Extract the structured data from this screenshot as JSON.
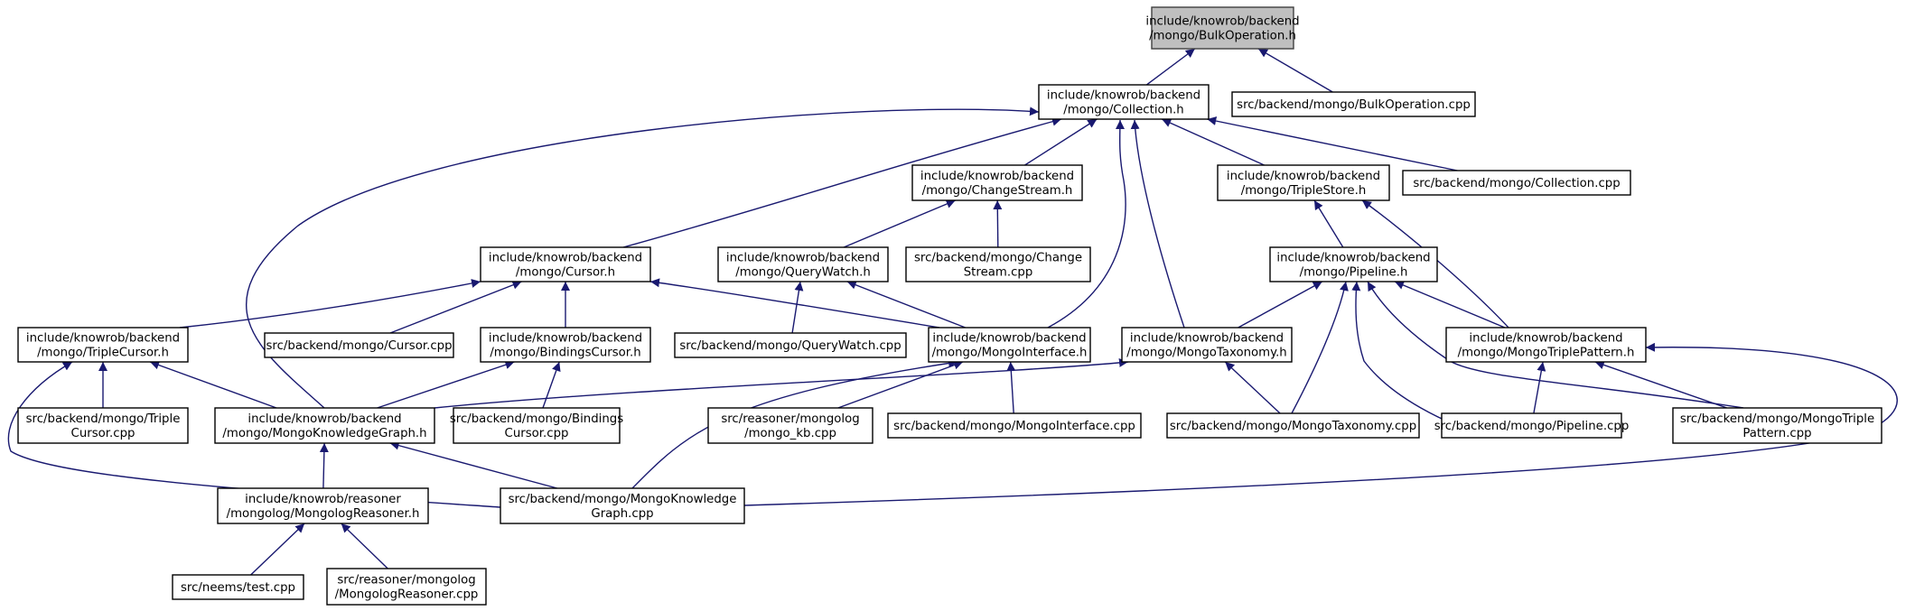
{
  "diagram": {
    "type": "include-dependency-graph",
    "root": "bulkop_h",
    "nodes": {
      "bulkop_h": {
        "lines": [
          "include/knowrob/backend",
          "/mongo/BulkOperation.h"
        ],
        "highlight": true
      },
      "bulkop_cpp": {
        "lines": [
          "src/backend/mongo/BulkOperation.cpp"
        ]
      },
      "collection_h": {
        "lines": [
          "include/knowrob/backend",
          "/mongo/Collection.h"
        ]
      },
      "changestream_h": {
        "lines": [
          "include/knowrob/backend",
          "/mongo/ChangeStream.h"
        ]
      },
      "triplestore_h": {
        "lines": [
          "include/knowrob/backend",
          "/mongo/TripleStore.h"
        ]
      },
      "collection_cpp": {
        "lines": [
          "src/backend/mongo/Collection.cpp"
        ]
      },
      "cursor_h": {
        "lines": [
          "include/knowrob/backend",
          "/mongo/Cursor.h"
        ]
      },
      "querywatch_h": {
        "lines": [
          "include/knowrob/backend",
          "/mongo/QueryWatch.h"
        ]
      },
      "changestream_cpp": {
        "lines": [
          "src/backend/mongo/Change",
          "Stream.cpp"
        ]
      },
      "pipeline_h": {
        "lines": [
          "include/knowrob/backend",
          "/mongo/Pipeline.h"
        ]
      },
      "triplecursor_h": {
        "lines": [
          "include/knowrob/backend",
          "/mongo/TripleCursor.h"
        ]
      },
      "cursor_cpp": {
        "lines": [
          "src/backend/mongo/Cursor.cpp"
        ]
      },
      "bindingscursor_h": {
        "lines": [
          "include/knowrob/backend",
          "/mongo/BindingsCursor.h"
        ]
      },
      "querywatch_cpp": {
        "lines": [
          "src/backend/mongo/QueryWatch.cpp"
        ]
      },
      "mongointerface_h": {
        "lines": [
          "include/knowrob/backend",
          "/mongo/MongoInterface.h"
        ]
      },
      "mongotaxonomy_h": {
        "lines": [
          "include/knowrob/backend",
          "/mongo/MongoTaxonomy.h"
        ]
      },
      "mongotriplepattern_h": {
        "lines": [
          "include/knowrob/backend",
          "/mongo/MongoTriplePattern.h"
        ]
      },
      "triplecursor_cpp": {
        "lines": [
          "src/backend/mongo/Triple",
          "Cursor.cpp"
        ]
      },
      "mongokg_h": {
        "lines": [
          "include/knowrob/backend",
          "/mongo/MongoKnowledgeGraph.h"
        ]
      },
      "bindingscursor_cpp": {
        "lines": [
          "src/backend/mongo/Bindings",
          "Cursor.cpp"
        ]
      },
      "mongo_kb_cpp": {
        "lines": [
          "src/reasoner/mongolog",
          "/mongo_kb.cpp"
        ]
      },
      "mongointerface_cpp": {
        "lines": [
          "src/backend/mongo/MongoInterface.cpp"
        ]
      },
      "mongotaxonomy_cpp": {
        "lines": [
          "src/backend/mongo/MongoTaxonomy.cpp"
        ]
      },
      "pipeline_cpp": {
        "lines": [
          "src/backend/mongo/Pipeline.cpp"
        ]
      },
      "mongotriplepattern_cpp": {
        "lines": [
          "src/backend/mongo/MongoTriple",
          "Pattern.cpp"
        ]
      },
      "mongologreasoner_h": {
        "lines": [
          "include/knowrob/reasoner",
          "/mongolog/MongologReasoner.h"
        ]
      },
      "mongokg_cpp": {
        "lines": [
          "src/backend/mongo/MongoKnowledge",
          "Graph.cpp"
        ]
      },
      "test_cpp": {
        "lines": [
          "src/neems/test.cpp"
        ]
      },
      "mongologreasoner_cpp": {
        "lines": [
          "src/reasoner/mongolog",
          "/MongologReasoner.cpp"
        ]
      }
    },
    "edges": [
      [
        "bulkop_h",
        "collection_h"
      ],
      [
        "bulkop_h",
        "bulkop_cpp"
      ],
      [
        "collection_h",
        "changestream_h"
      ],
      [
        "collection_h",
        "triplestore_h"
      ],
      [
        "collection_h",
        "collection_cpp"
      ],
      [
        "collection_h",
        "cursor_h"
      ],
      [
        "collection_h",
        "mongointerface_h"
      ],
      [
        "collection_h",
        "mongotaxonomy_h"
      ],
      [
        "collection_h",
        "mongokg_h"
      ],
      [
        "changestream_h",
        "querywatch_h"
      ],
      [
        "changestream_h",
        "changestream_cpp"
      ],
      [
        "triplestore_h",
        "pipeline_h"
      ],
      [
        "triplestore_h",
        "mongotriplepattern_h"
      ],
      [
        "cursor_h",
        "triplecursor_h"
      ],
      [
        "cursor_h",
        "cursor_cpp"
      ],
      [
        "cursor_h",
        "bindingscursor_h"
      ],
      [
        "cursor_h",
        "mongointerface_h"
      ],
      [
        "querywatch_h",
        "querywatch_cpp"
      ],
      [
        "querywatch_h",
        "mongointerface_h"
      ],
      [
        "pipeline_h",
        "mongotaxonomy_h"
      ],
      [
        "pipeline_h",
        "mongotriplepattern_h"
      ],
      [
        "pipeline_h",
        "mongotaxonomy_cpp"
      ],
      [
        "pipeline_h",
        "pipeline_cpp"
      ],
      [
        "pipeline_h",
        "mongotriplepattern_cpp"
      ],
      [
        "triplecursor_h",
        "triplecursor_cpp"
      ],
      [
        "triplecursor_h",
        "mongokg_h"
      ],
      [
        "triplecursor_h",
        "mongokg_cpp"
      ],
      [
        "bindingscursor_h",
        "mongokg_h"
      ],
      [
        "bindingscursor_h",
        "bindingscursor_cpp"
      ],
      [
        "mongointerface_h",
        "mongo_kb_cpp"
      ],
      [
        "mongointerface_h",
        "mongointerface_cpp"
      ],
      [
        "mongointerface_h",
        "mongokg_cpp"
      ],
      [
        "mongotaxonomy_h",
        "mongokg_h"
      ],
      [
        "mongotaxonomy_h",
        "mongotaxonomy_cpp"
      ],
      [
        "mongotriplepattern_h",
        "pipeline_cpp"
      ],
      [
        "mongotriplepattern_h",
        "mongotriplepattern_cpp"
      ],
      [
        "mongotriplepattern_h",
        "mongokg_cpp"
      ],
      [
        "mongokg_h",
        "mongologreasoner_h"
      ],
      [
        "mongokg_h",
        "mongokg_cpp"
      ],
      [
        "mongologreasoner_h",
        "test_cpp"
      ],
      [
        "mongologreasoner_h",
        "mongologreasoner_cpp"
      ]
    ],
    "colors": {
      "edge": "#191970",
      "node_border": "#000000",
      "root_fill": "#bfbfbf",
      "root_border": "#404040",
      "background": "#ffffff"
    }
  }
}
